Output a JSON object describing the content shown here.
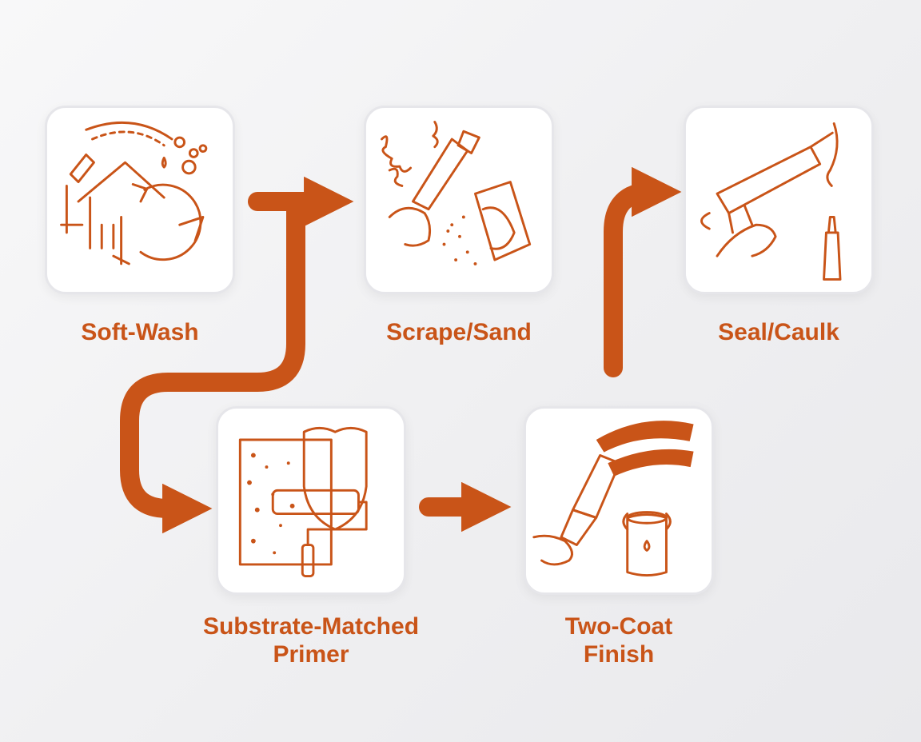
{
  "colors": {
    "accent": "#c95418",
    "card_bg": "#ffffff",
    "card_border": "#e6e6ea"
  },
  "steps": [
    {
      "label_lines": [
        "Soft-Wash"
      ],
      "icon": "house-spray-recycle-icon"
    },
    {
      "label_lines": [
        "Scrape/Sand"
      ],
      "icon": "scraper-sanding-block-icon"
    },
    {
      "label_lines": [
        "Seal/Caulk"
      ],
      "icon": "caulk-gun-icon"
    },
    {
      "label_lines": [
        "Substrate-Matched",
        "Primer"
      ],
      "icon": "primer-roller-shield-icon"
    },
    {
      "label_lines": [
        "Two-Coat",
        "Finish"
      ],
      "icon": "paintbrush-can-icon"
    }
  ]
}
